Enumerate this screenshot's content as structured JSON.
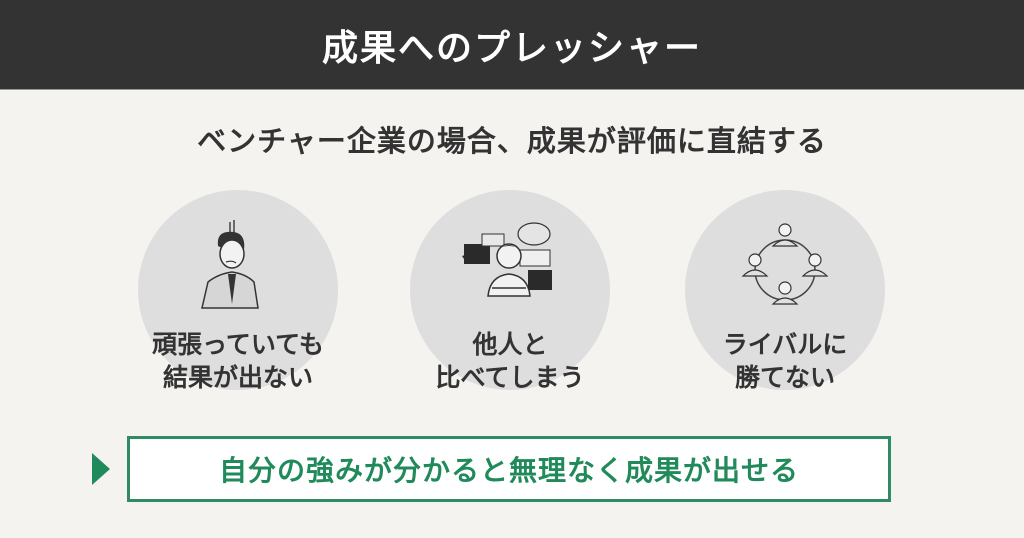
{
  "header": {
    "title": "成果へのプレッシャー"
  },
  "subtitle": "ベンチャー企業の場合、成果が評価に直結する",
  "items": [
    {
      "icon": "tired-businessman-icon",
      "caption_line1": "頑張っていても",
      "caption_line2": "結果が出ない"
    },
    {
      "icon": "comparing-person-speech-bubbles-icon",
      "caption_line1": "他人と",
      "caption_line2": "比べてしまう"
    },
    {
      "icon": "rival-network-people-icon",
      "caption_line1": "ライバルに",
      "caption_line2": "勝てない"
    }
  ],
  "conclusion": {
    "text": "自分の強みが分かると無理なく成果が出せる",
    "accent_color": "#2e8b62"
  },
  "colors": {
    "header_bg": "#333333",
    "page_bg": "#f4f3ef",
    "circle_bg": "#dedede",
    "accent": "#218a5a"
  }
}
